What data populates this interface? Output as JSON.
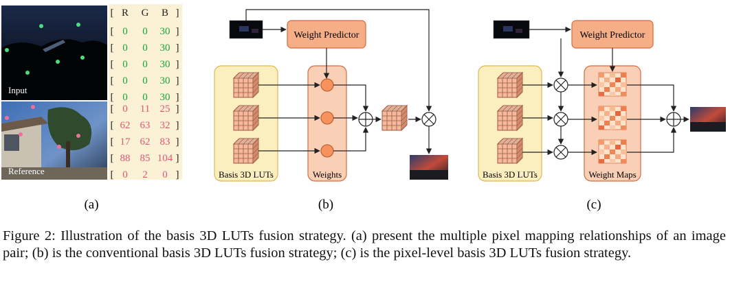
{
  "panel_a": {
    "header": [
      "R",
      "G",
      "B"
    ],
    "input_rows": [
      [
        "0",
        "0",
        "30"
      ],
      [
        "0",
        "0",
        "30"
      ],
      [
        "0",
        "0",
        "30"
      ],
      [
        "0",
        "0",
        "30"
      ],
      [
        "0",
        "0",
        "30"
      ]
    ],
    "reference_rows": [
      [
        "0",
        "11",
        "25"
      ],
      [
        "62",
        "63",
        "32"
      ],
      [
        "17",
        "62",
        "83"
      ],
      [
        "88",
        "85",
        "104"
      ],
      [
        "0",
        "2",
        "0"
      ]
    ],
    "input_label": "Input",
    "reference_label": "Reference",
    "bracket_open": "[",
    "bracket_close": "]",
    "colors": {
      "table_bg": "#fbf1d4",
      "input_value": "#18a33c",
      "reference_value": "#e0567a"
    }
  },
  "panel_b": {
    "predictor_label": "Weight Predictor",
    "luts_label": "Basis 3D LUTs",
    "weights_label": "Weights"
  },
  "panel_c": {
    "predictor_label": "Weight Predictor",
    "luts_label": "Basis 3D LUTs",
    "maps_label": "Weight Maps"
  },
  "subfig_labels": [
    "(a)",
    "(b)",
    "(c)"
  ],
  "caption": "Figure 2: Illustration of the basis 3D LUTs fusion strategy. (a) present the multiple pixel mapping relationships of an image pair; (b) is the conventional basis 3D LUTs fusion strategy; (c) is the pixel-level basis 3D LUTs fusion strategy.",
  "colors": {
    "lut_box": "#fbefc0",
    "lut_border": "#e2b44c",
    "orange_box": "#f6ae87",
    "orange_border": "#d76a3e",
    "node_fill": "#f6925e"
  }
}
